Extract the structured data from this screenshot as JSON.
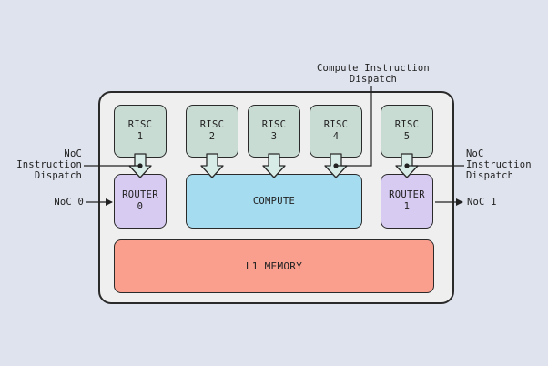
{
  "blocks": {
    "risc1": "RISC\n1",
    "risc2": "RISC\n2",
    "risc3": "RISC\n3",
    "risc4": "RISC\n4",
    "risc5": "RISC\n5",
    "router0": "ROUTER\n0",
    "router1": "ROUTER\n1",
    "compute": "COMPUTE",
    "memory": "L1 MEMORY"
  },
  "labels": {
    "compute_dispatch": "Compute Instruction\nDispatch",
    "noc_dispatch_left": "NoC\nInstruction\nDispatch",
    "noc_dispatch_right": "NoC\nInstruction\nDispatch",
    "noc0": "NoC 0",
    "noc1": "NoC 1"
  },
  "colors": {
    "background": "#dfe3ee",
    "risc": "#c9dcd4",
    "router": "#d7cbf2",
    "compute": "#a6dcef",
    "memory": "#fa9f8e"
  }
}
